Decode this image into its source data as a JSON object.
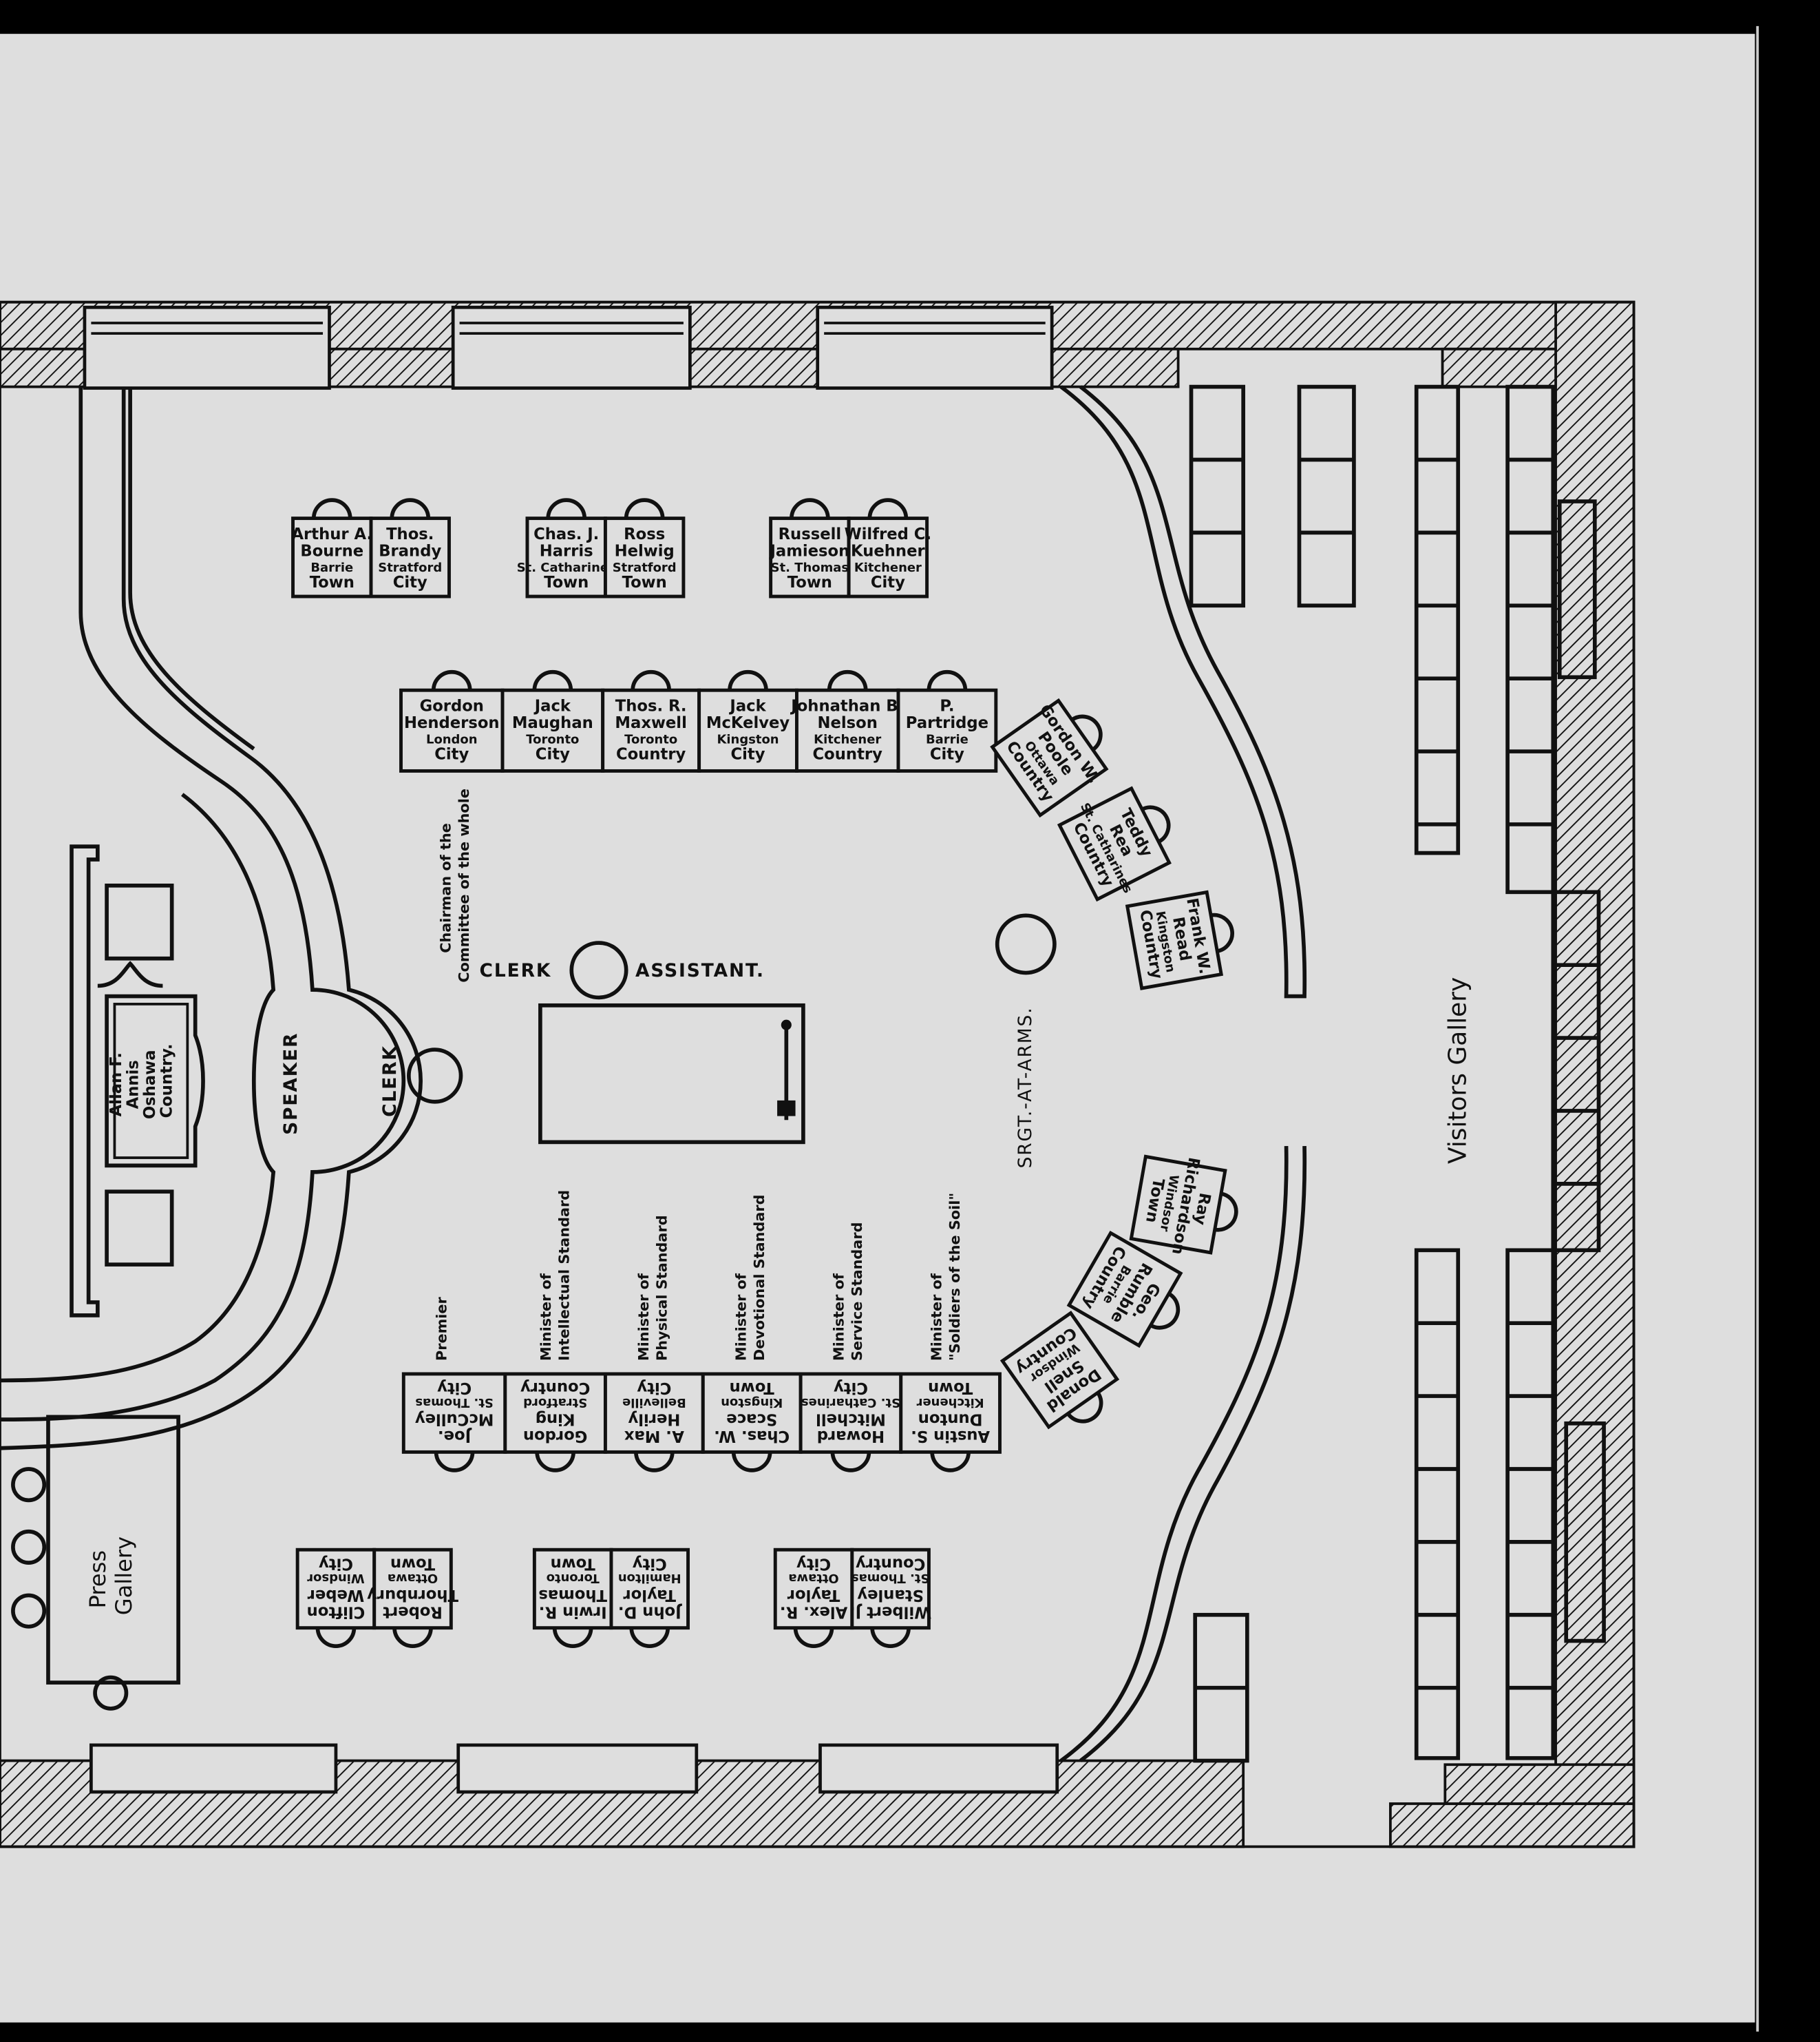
{
  "labels": {
    "speaker": "SPEAKER",
    "clerk": "CLERK",
    "clerk_assistant_left": "CLERK",
    "clerk_assistant_right": "ASSISTANT.",
    "sergeant": "SRGT.-AT-ARMS.",
    "visitors_gallery": "Visitors Gallery",
    "press_gallery": [
      "Press",
      "Gallery"
    ],
    "chairman": [
      "Chairman of the",
      "Committee of the whole"
    ],
    "premier": "Premier",
    "ministers": [
      [
        "Minister of",
        "Intellectual Standard"
      ],
      [
        "Minister of",
        "Physical Standard"
      ],
      [
        "Minister of",
        "Devotional Standard"
      ],
      [
        "Minister of",
        "Service Standard"
      ],
      [
        "Minister of",
        "\"Soldiers of the Soil\""
      ]
    ]
  },
  "speaker_seat": [
    "Allan F.",
    "Annis",
    "Oshawa",
    "Country."
  ],
  "desks": {
    "top_pairs": [
      [
        [
          "Arthur A.",
          "Bourne",
          "Barrie",
          "Town"
        ],
        [
          "Thos.",
          "Brandy",
          "Stratford",
          "City"
        ]
      ],
      [
        [
          "Chas. J.",
          "Harris",
          "St. Catharines",
          "Town"
        ],
        [
          "Ross",
          "Helwig",
          "Stratford",
          "Town"
        ]
      ],
      [
        [
          "Russell",
          "Jamieson",
          "St. Thomas",
          "Town"
        ],
        [
          "Wilfred C.",
          "Kuehner",
          "Kitchener",
          "City"
        ]
      ]
    ],
    "middle_row": [
      [
        "Gordon",
        "Henderson",
        "London",
        "City"
      ],
      [
        "Jack",
        "Maughan",
        "Toronto",
        "City"
      ],
      [
        "Thos. R.",
        "Maxwell",
        "Toronto",
        "Country"
      ],
      [
        "Jack",
        "McKelvey",
        "Kingston",
        "City"
      ],
      [
        "Johnathan B.",
        "Nelson",
        "Kitchener",
        "Country"
      ],
      [
        "P.",
        "Partridge",
        "Barrie",
        "City"
      ]
    ],
    "upper_curve": [
      [
        "Gordon W.",
        "Poole",
        "Ottawa",
        "Country"
      ],
      [
        "Teddy",
        "Rea",
        "St. Catharines",
        "Country"
      ],
      [
        "Frank W.",
        "Read",
        "Kingston",
        "Country"
      ]
    ],
    "lower_curve": [
      [
        "Ray",
        "Richardson",
        "Windsor",
        "Town"
      ],
      [
        "Geo.",
        "Rumble",
        "Barrie",
        "Country"
      ],
      [
        "Donald",
        "Snell",
        "Windsor",
        "Country"
      ]
    ],
    "bottom_row": [
      [
        "Joe.",
        "McCulley",
        "St. Thomas",
        "City"
      ],
      [
        "Gordon",
        "King",
        "Stratford",
        "Country"
      ],
      [
        "A. Max",
        "Herily",
        "Belleville",
        "City"
      ],
      [
        "Chas. W.",
        "Scace",
        "Kingston",
        "Town"
      ],
      [
        "Howard",
        "Mitchell",
        "St. Catharines",
        "City"
      ],
      [
        "Austin S.",
        "Dunton",
        "Kitchener",
        "Town"
      ]
    ],
    "bottom_pairs": [
      [
        [
          "Clifton",
          "Weber",
          "Windsor",
          "City"
        ],
        [
          "Robert",
          "Thornbury",
          "Ottawa",
          "Town"
        ]
      ],
      [
        [
          "Irwin R.",
          "Thomas",
          "Toronto",
          "Town"
        ],
        [
          "John D.",
          "Taylor",
          "Hamilton",
          "City"
        ]
      ],
      [
        [
          "Alex. R.",
          "Taylor",
          "Ottawa",
          "City"
        ],
        [
          "Wilbert J.",
          "Stanley",
          "St. Thomas",
          "Country"
        ]
      ]
    ]
  },
  "colors": {
    "paper": "#dedede",
    "ink": "#111111",
    "frame": "#000000"
  }
}
